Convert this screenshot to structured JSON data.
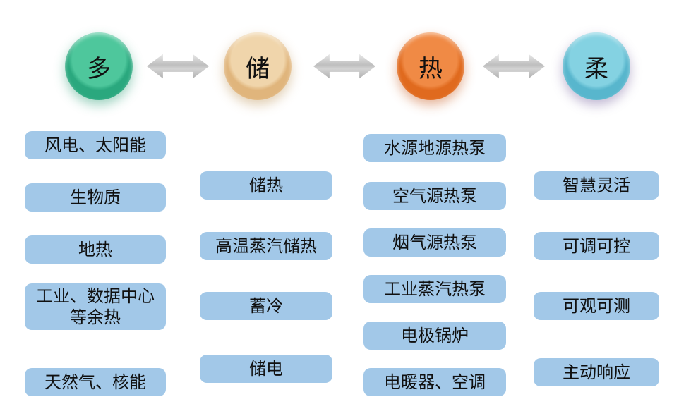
{
  "diagram_title": "多储热柔 diagram",
  "colors": {
    "pill_background": "#a2c8e8",
    "pill_text": "#101010",
    "arrow_gray": "#b9b9b9"
  },
  "circles": [
    {
      "label": "多",
      "inner_color": "#4ec79c",
      "outer_color": "#2aa87e",
      "shadow_color": "rgba(46,160,120,0.45)"
    },
    {
      "label": "储",
      "inner_color": "#f0d5ab",
      "outer_color": "#e0b57c",
      "shadow_color": "rgba(190,150,90,0.45)"
    },
    {
      "label": "热",
      "inner_color": "#f08a45",
      "outer_color": "#e06a1e",
      "shadow_color": "rgba(200,90,30,0.45)"
    },
    {
      "label": "柔",
      "inner_color": "#84d2e2",
      "outer_color": "#58b6cd",
      "shadow_color": "rgba(120,100,160,0.45)"
    }
  ],
  "columns": [
    {
      "name": "多 sources",
      "items": [
        "风电、太阳能",
        "生物质",
        "地热",
        "工业、数据中心等余热",
        "天然气、核能"
      ]
    },
    {
      "name": "储 storage",
      "items": [
        "储热",
        "高温蒸汽储热",
        "蓄冷",
        "储电"
      ]
    },
    {
      "name": "热 heating",
      "items": [
        "水源地源热泵",
        "空气源热泵",
        "烟气源热泵",
        "工业蒸汽热泵",
        "电极锅炉",
        "电暖器、空调"
      ]
    },
    {
      "name": "柔 flexibility",
      "items": [
        "智慧灵活",
        "可调可控",
        "可观可测",
        "主动响应"
      ]
    }
  ]
}
